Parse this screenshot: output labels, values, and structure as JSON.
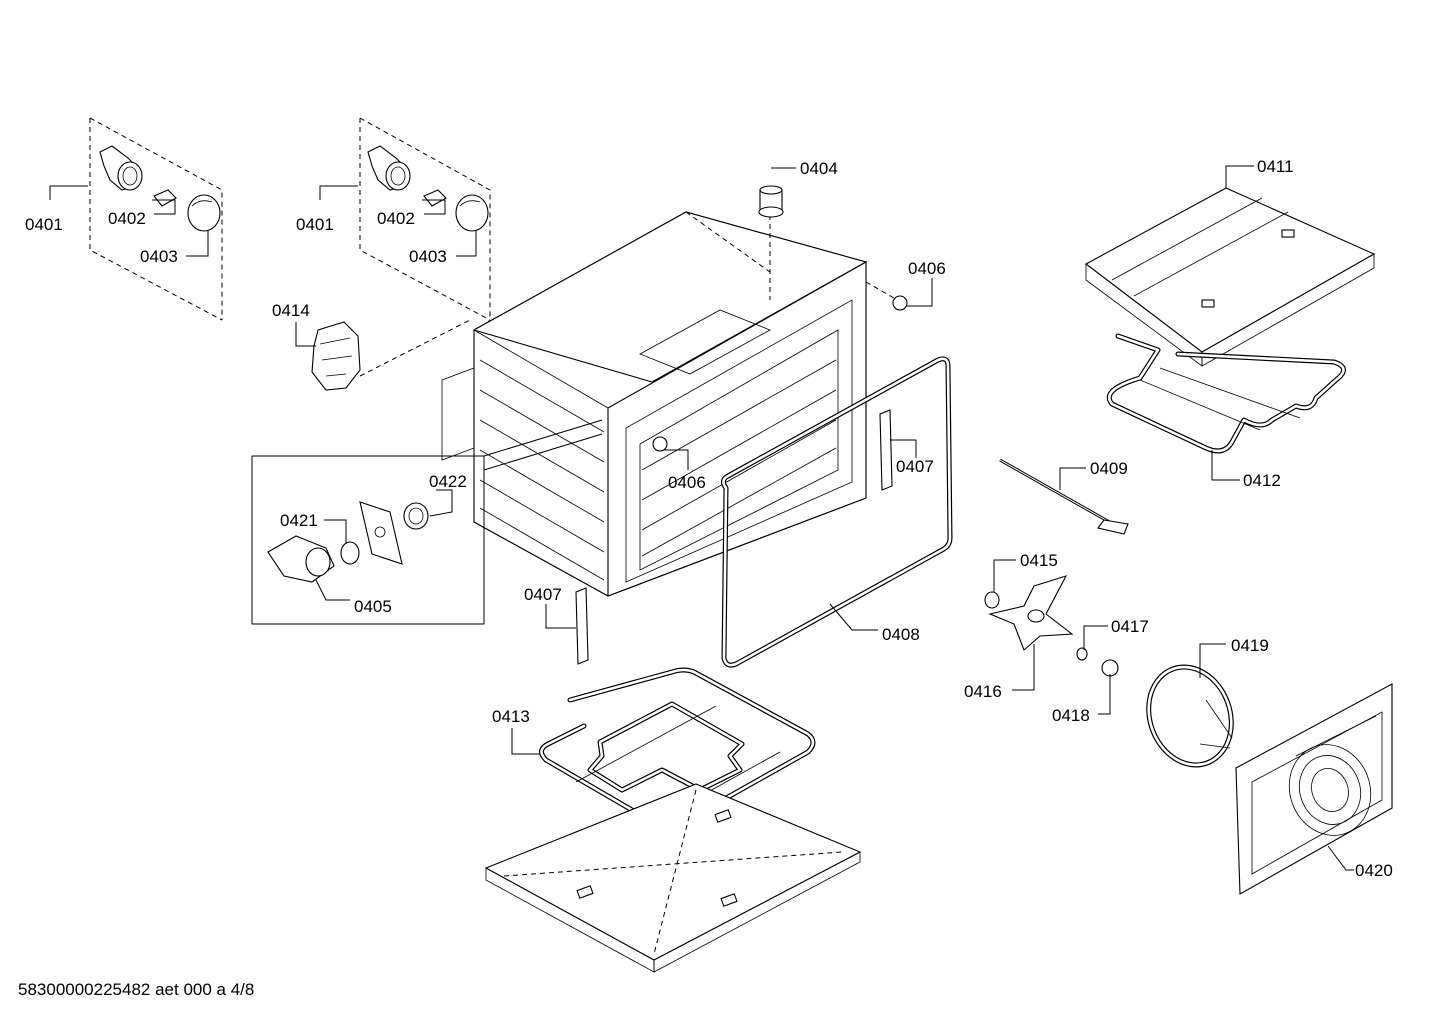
{
  "labels": {
    "l0401a": "0401",
    "l0402a": "0402",
    "l0403a": "0403",
    "l0401b": "0401",
    "l0402b": "0402",
    "l0403b": "0403",
    "l0404": "0404",
    "l0406a": "0406",
    "l0406b": "0406",
    "l0407a": "0407",
    "l0407b": "0407",
    "l0408": "0408",
    "l0409": "0409",
    "l0411": "0411",
    "l0412": "0412",
    "l0413": "0413",
    "l0414": "0414",
    "l0415": "0415",
    "l0416": "0416",
    "l0417": "0417",
    "l0418": "0418",
    "l0419": "0419",
    "l0420": "0420",
    "l0421": "0421",
    "l0422": "0422",
    "l0405": "0405"
  },
  "footer": "58300000225482 aet 000 a 4/8"
}
